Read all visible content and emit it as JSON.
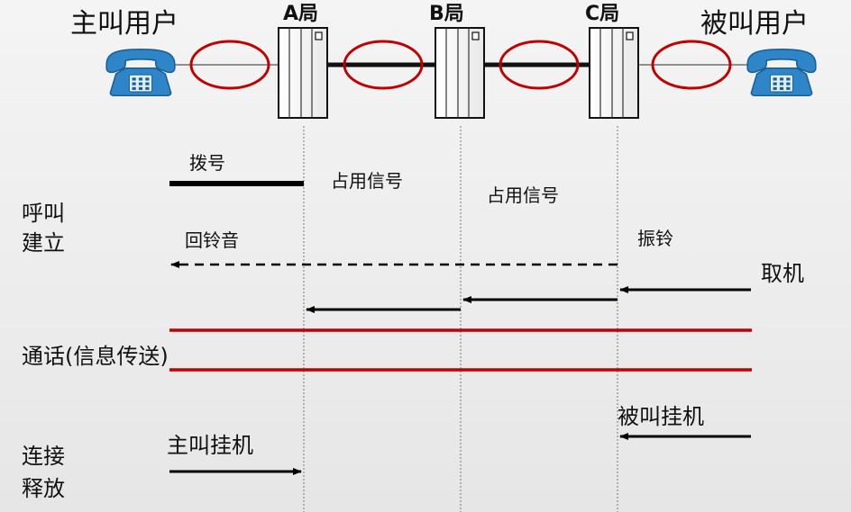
{
  "users": {
    "caller": "主叫用户",
    "callee": "被叫用户"
  },
  "offices": {
    "a": "A局",
    "b": "B局",
    "c": "C局"
  },
  "phases": {
    "setup_line1": "呼叫",
    "setup_line2": "建立",
    "talk": "通话(信息传送)",
    "release_line1": "连接",
    "release_line2": "释放"
  },
  "signals": {
    "dial": "拨号",
    "seize_ab": "占用信号",
    "seize_bc": "占用信号",
    "ringback": "回铃音",
    "ringing": "振铃",
    "offhook": "取机",
    "callee_hangup": "被叫挂机",
    "caller_hangup": "主叫挂机"
  },
  "colors": {
    "phone_blue": "#2e86c8",
    "phone_dark": "#1a5f95",
    "circle_red": "#c00000",
    "talk_red": "#c00000",
    "arrow": "#000000"
  }
}
